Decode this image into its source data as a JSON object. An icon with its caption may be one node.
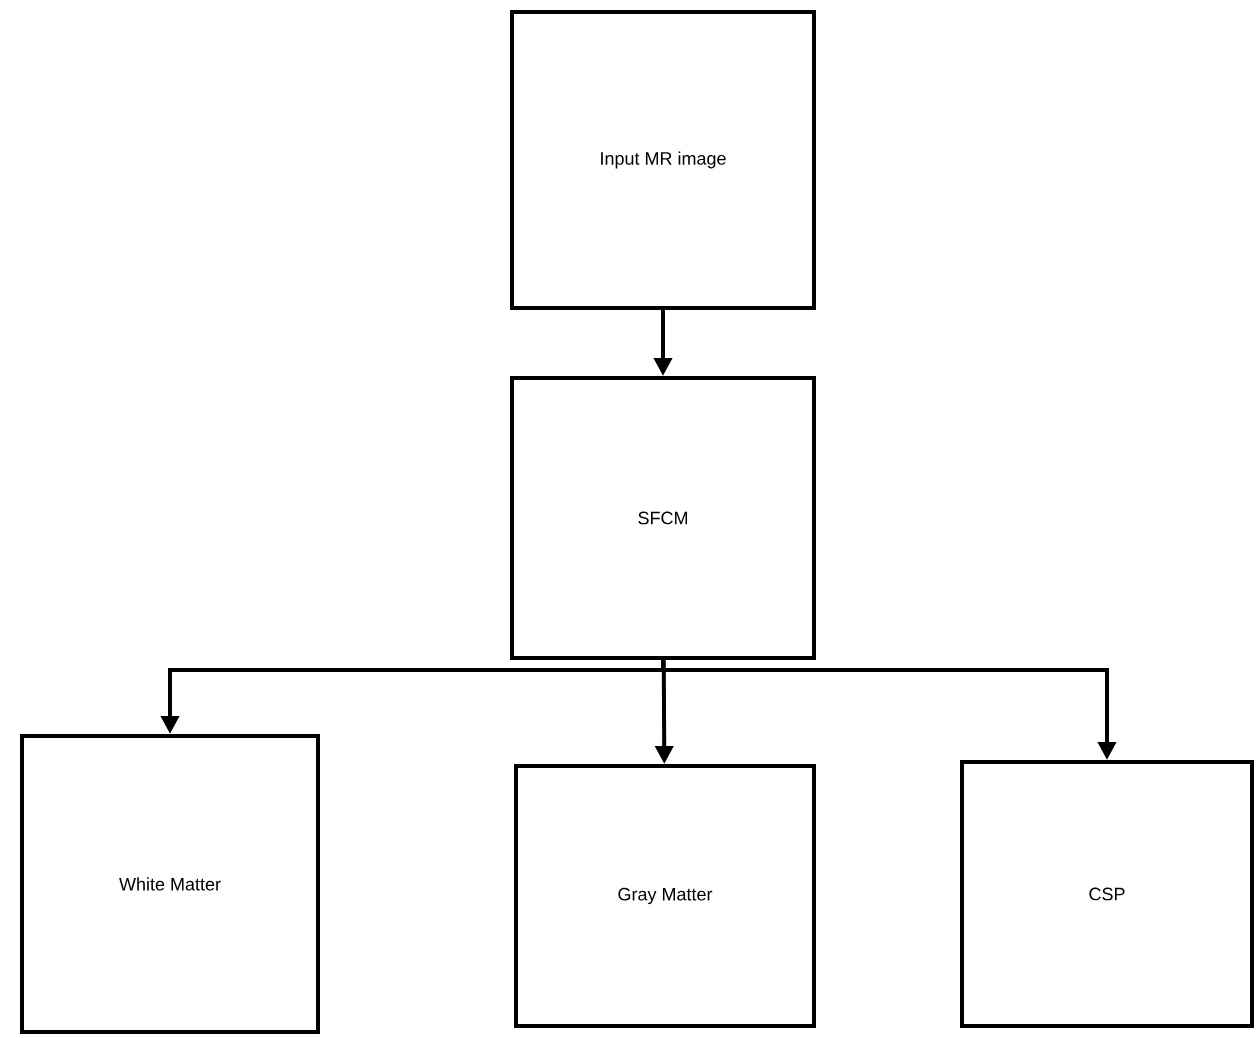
{
  "diagram": {
    "nodes": [
      {
        "text": [
          "Input MR image"
        ]
      },
      {
        "text": [
          "SFCM"
        ]
      },
      {
        "text": [
          "White Matter"
        ]
      },
      {
        "text": [
          "Gray Matter"
        ]
      },
      {
        "text": [
          "CSP"
        ]
      }
    ],
    "edges": [
      {
        "from": 0,
        "to": 1,
        "arrow": "to"
      },
      {
        "from": 1,
        "to": 2,
        "arrow": "to"
      },
      {
        "from": 1,
        "to": 3,
        "arrow": "to"
      },
      {
        "from": 1,
        "to": 4,
        "arrow": "to"
      }
    ]
  }
}
